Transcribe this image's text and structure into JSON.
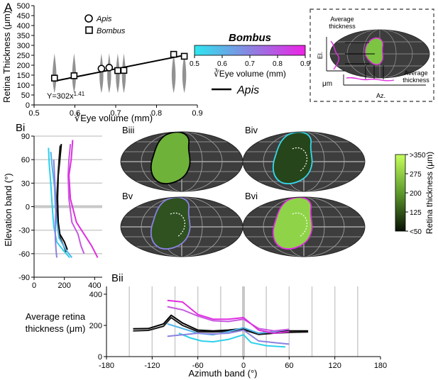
{
  "panel_labels": {
    "A": "A",
    "Bi": "Bi",
    "Bii": "Bii",
    "Biii": "Biii",
    "Biv": "Biv",
    "Bv": "Bv",
    "Bvi": "Bvi"
  },
  "legend": {
    "apis_marker": "Apis",
    "bombus_marker": "Bombus",
    "cb_title": "Bombus",
    "apis_line": "Apis"
  },
  "colorbar_eye": {
    "ticks": [
      "0.5",
      "0.6",
      "0.7",
      "0.8",
      "0.9"
    ],
    "label": "∛Eye volume (mm)"
  },
  "colorbar_retina": {
    "ticks": [
      ">350",
      "275",
      "200",
      "125",
      "<50"
    ],
    "label": "Retina thickness (μm)"
  },
  "inset": {
    "avg_top": "Average\nthickness",
    "avg_right": "Average\nthickness",
    "el": "El.",
    "um": "μm",
    "az": "Az."
  },
  "colors": {
    "apis": "#000000",
    "bombus_low": "#35e0ee",
    "bombus_mid": "#8a82e0",
    "bombus_high": "#e02ee0",
    "retina_high": "#b3f24c",
    "retina_low": "#0c1a08",
    "globe": "#3d3d3d"
  },
  "chart_data": [
    {
      "panel": "A",
      "type": "scatter",
      "xlabel": "∛Eye volume (mm)",
      "ylabel": "Retina Thickness (μm)",
      "xlim": [
        0.5,
        0.9
      ],
      "ylim": [
        0,
        500
      ],
      "xticks": [
        "0.5",
        "0.6",
        "0.7",
        "0.8",
        "0.9"
      ],
      "yticks": [
        "0",
        "50",
        "100",
        "150",
        "200",
        "250",
        "300",
        "350",
        "400",
        "450",
        "500"
      ],
      "fit_label": "Y=302x",
      "fit_exponent": "1.41",
      "series": [
        {
          "name": "Apis",
          "marker": "circle",
          "x": [
            0.665,
            0.684
          ],
          "y": [
            183,
            188
          ]
        },
        {
          "name": "Bombus",
          "marker": "square",
          "x": [
            0.55,
            0.598,
            0.705,
            0.72,
            0.842,
            0.868
          ],
          "y": [
            135,
            147,
            173,
            174,
            255,
            245
          ]
        }
      ],
      "fit_line": {
        "x": [
          0.55,
          0.868
        ],
        "y": [
          120,
          250
        ]
      }
    },
    {
      "panel": "Bi",
      "type": "line",
      "xlabel": "",
      "ylabel": "Elevation band (°)",
      "xlim": [
        0,
        450
      ],
      "ylim": [
        -90,
        90
      ],
      "xticks": [
        "0",
        "200",
        "400"
      ],
      "yticks": [
        "90",
        "60",
        "30",
        "0",
        "-30",
        "-60",
        "-90"
      ],
      "series": [
        {
          "color": "#000000",
          "x": [
            180,
            170,
            160,
            155,
            160,
            170,
            200,
            220
          ],
          "y": [
            80,
            60,
            40,
            10,
            -20,
            -35,
            -45,
            -55
          ]
        },
        {
          "color": "#1a1a1a",
          "x": [
            172,
            165,
            158,
            150,
            155,
            168,
            195,
            212
          ],
          "y": [
            78,
            60,
            40,
            10,
            -20,
            -38,
            -50,
            -58
          ]
        },
        {
          "color": "#2ed0ea",
          "x": [
            95,
            100,
            110,
            120,
            130,
            150,
            190,
            235
          ],
          "y": [
            75,
            55,
            30,
            0,
            -25,
            -45,
            -55,
            -65
          ]
        },
        {
          "color": "#50b4ea",
          "x": [
            110,
            120,
            135,
            140,
            150,
            165,
            210,
            250
          ],
          "y": [
            70,
            50,
            25,
            0,
            -20,
            -40,
            -55,
            -65
          ]
        },
        {
          "color": "#8a82e0",
          "x": [
            130,
            135,
            140,
            145,
            140,
            140,
            145,
            150
          ],
          "y": [
            60,
            40,
            20,
            0,
            -20,
            -40,
            -55,
            -65
          ]
        },
        {
          "color": "#c858e0",
          "x": [
            240,
            230,
            225,
            230,
            250,
            290,
            310,
            330
          ],
          "y": [
            80,
            60,
            40,
            10,
            -20,
            -35,
            -50,
            -60
          ]
        },
        {
          "color": "#e02ee0",
          "x": [
            255,
            245,
            230,
            240,
            280,
            330,
            380,
            420
          ],
          "y": [
            85,
            60,
            40,
            10,
            -20,
            -35,
            -50,
            -65
          ]
        }
      ]
    },
    {
      "panel": "Bii",
      "type": "line",
      "xlabel": "Azimuth band (°)",
      "ylabel": "Average retina\nthickness (μm)",
      "xlim": [
        -180,
        180
      ],
      "ylim": [
        0,
        450
      ],
      "xticks": [
        "-180",
        "-120",
        "-60",
        "0",
        "60",
        "120",
        "180"
      ],
      "yticks": [
        "0",
        "200",
        "400"
      ],
      "series": [
        {
          "color": "#000000",
          "x": [
            -145,
            -125,
            -105,
            -95,
            -80,
            -60,
            -40,
            -20,
            0,
            20,
            40,
            60,
            85
          ],
          "y": [
            178,
            180,
            210,
            265,
            215,
            170,
            165,
            170,
            180,
            150,
            160,
            165,
            165
          ]
        },
        {
          "color": "#1a1a1a",
          "x": [
            -145,
            -125,
            -105,
            -95,
            -80,
            -60,
            -40,
            -20,
            0,
            20,
            40,
            60,
            85
          ],
          "y": [
            165,
            168,
            195,
            250,
            200,
            160,
            158,
            162,
            172,
            142,
            150,
            155,
            158
          ]
        },
        {
          "color": "#2ed0ea",
          "x": [
            -85,
            -70,
            -55,
            -40,
            -20,
            0,
            10,
            30,
            55
          ],
          "y": [
            150,
            120,
            100,
            95,
            110,
            140,
            90,
            70,
            62
          ]
        },
        {
          "color": "#50b4ea",
          "x": [
            -100,
            -80,
            -60,
            -40,
            -20,
            0,
            20,
            40,
            60
          ],
          "y": [
            210,
            180,
            150,
            140,
            160,
            185,
            150,
            160,
            175
          ]
        },
        {
          "color": "#8a82e0",
          "x": [
            -100,
            -80,
            -60,
            -40,
            -20,
            0,
            20,
            40,
            60
          ],
          "y": [
            130,
            140,
            150,
            145,
            150,
            170,
            100,
            90,
            80
          ]
        },
        {
          "color": "#c858e0",
          "x": [
            -100,
            -80,
            -60,
            -40,
            -20,
            0,
            20,
            40,
            60
          ],
          "y": [
            320,
            300,
            260,
            230,
            225,
            240,
            180,
            165,
            175
          ]
        },
        {
          "color": "#e02ee0",
          "x": [
            -100,
            -80,
            -60,
            -40,
            -20,
            0,
            20,
            40,
            60
          ],
          "y": [
            360,
            350,
            270,
            240,
            240,
            250,
            170,
            150,
            160
          ]
        }
      ]
    }
  ]
}
